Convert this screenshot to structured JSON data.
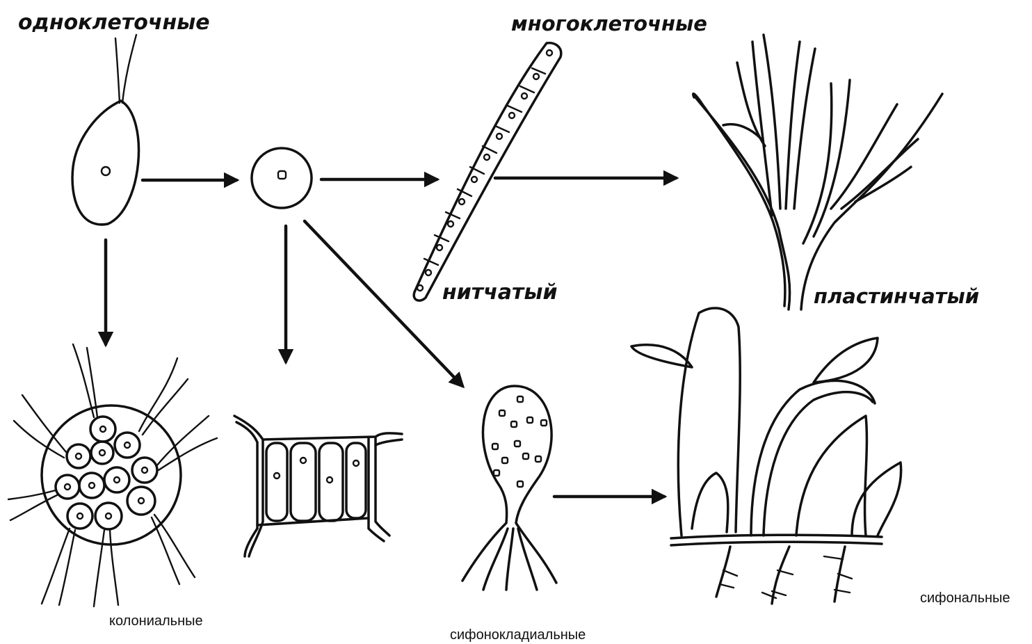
{
  "labels": {
    "unicellular": "одноклеточные",
    "multicellular": "многоклеточные",
    "filamentous": "нитчатый",
    "lamellar": "пластинчатый",
    "colonial": "колониальные",
    "siphonocladial": "сифонокладиальные",
    "siphonal": "сифональные"
  }
}
